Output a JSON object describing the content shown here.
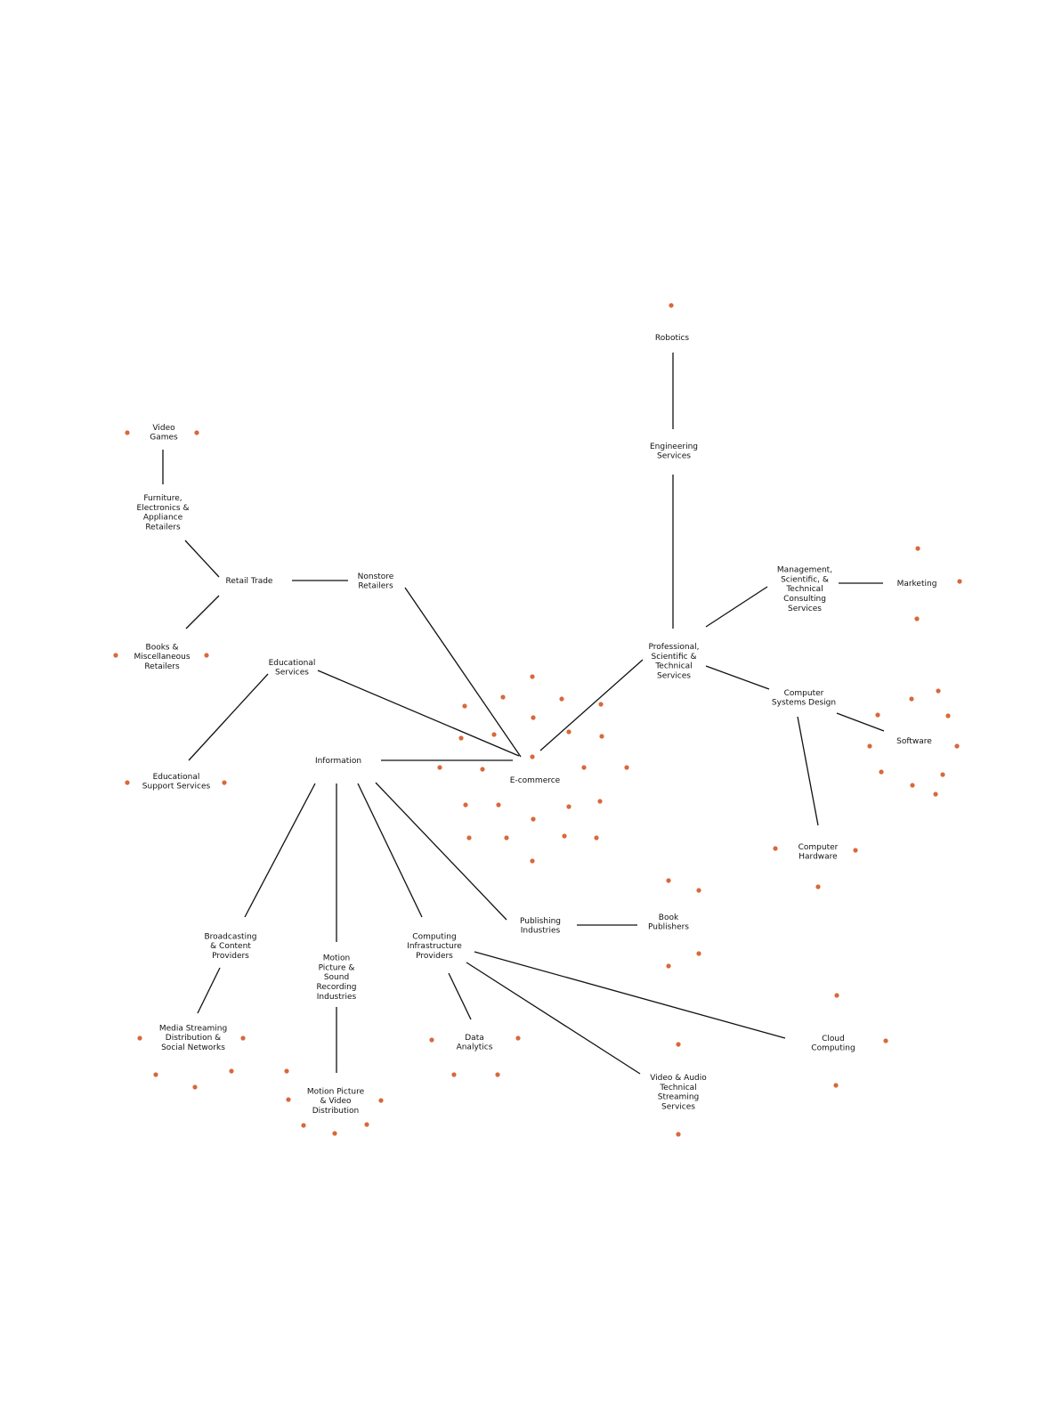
{
  "colors": {
    "dot": "#d9683a",
    "line": "#111111",
    "text": "#111111"
  },
  "nodes": {
    "robotics": {
      "label": "Robotics"
    },
    "engineering_services": {
      "label": "Engineering\nServices"
    },
    "professional_services": {
      "label": "Professional,\nScientific &\nTechnical\nServices"
    },
    "management_consulting": {
      "label": "Management,\nScientific, &\nTechnical\nConsulting\nServices"
    },
    "marketing": {
      "label": "Marketing"
    },
    "computer_systems_design": {
      "label": "Computer\nSystems Design"
    },
    "software": {
      "label": "Software"
    },
    "computer_hardware": {
      "label": "Computer\nHardware"
    },
    "video_games": {
      "label": "Video\nGames"
    },
    "furniture_retailers": {
      "label": "Furniture,\nElectronics &\nAppliance\nRetailers"
    },
    "retail_trade": {
      "label": "Retail Trade"
    },
    "nonstore_retailers": {
      "label": "Nonstore\nRetailers"
    },
    "books_misc_retailers": {
      "label": "Books &\nMiscellaneous\nRetailers"
    },
    "educational_services": {
      "label": "Educational\nServices"
    },
    "educational_support": {
      "label": "Educational\nSupport Services"
    },
    "information": {
      "label": "Information"
    },
    "ecommerce": {
      "label": "E-commerce"
    },
    "broadcasting": {
      "label": "Broadcasting\n& Content\nProviders"
    },
    "media_streaming": {
      "label": "Media Streaming\nDistribution &\nSocial Networks"
    },
    "motion_picture_sound": {
      "label": "Motion\nPicture &\nSound\nRecording\nIndustries"
    },
    "motion_picture_distribution": {
      "label": "Motion Picture\n& Video\nDistribution"
    },
    "computing_infrastructure": {
      "label": "Computing\nInfrastructure\nProviders"
    },
    "data_analytics": {
      "label": "Data\nAnalytics"
    },
    "video_audio_streaming": {
      "label": "Video & Audio\nTechnical\nStreaming\nServices"
    },
    "cloud_computing": {
      "label": "Cloud\nComputing"
    },
    "publishing_industries": {
      "label": "Publishing\nIndustries"
    },
    "book_publishers": {
      "label": "Book\nPublishers"
    }
  },
  "edges": [
    [
      "robotics",
      "engineering_services"
    ],
    [
      "engineering_services",
      "professional_services"
    ],
    [
      "professional_services",
      "management_consulting"
    ],
    [
      "management_consulting",
      "marketing"
    ],
    [
      "professional_services",
      "computer_systems_design"
    ],
    [
      "computer_systems_design",
      "software"
    ],
    [
      "computer_systems_design",
      "computer_hardware"
    ],
    [
      "professional_services",
      "ecommerce"
    ],
    [
      "video_games",
      "furniture_retailers"
    ],
    [
      "furniture_retailers",
      "retail_trade"
    ],
    [
      "retail_trade",
      "books_misc_retailers"
    ],
    [
      "retail_trade",
      "nonstore_retailers"
    ],
    [
      "nonstore_retailers",
      "ecommerce"
    ],
    [
      "educational_services",
      "ecommerce"
    ],
    [
      "educational_services",
      "educational_support"
    ],
    [
      "information",
      "ecommerce"
    ],
    [
      "information",
      "broadcasting"
    ],
    [
      "broadcasting",
      "media_streaming"
    ],
    [
      "information",
      "motion_picture_sound"
    ],
    [
      "motion_picture_sound",
      "motion_picture_distribution"
    ],
    [
      "information",
      "computing_infrastructure"
    ],
    [
      "computing_infrastructure",
      "data_analytics"
    ],
    [
      "computing_infrastructure",
      "video_audio_streaming"
    ],
    [
      "computing_infrastructure",
      "cloud_computing"
    ],
    [
      "information",
      "publishing_industries"
    ],
    [
      "publishing_industries",
      "book_publishers"
    ]
  ]
}
